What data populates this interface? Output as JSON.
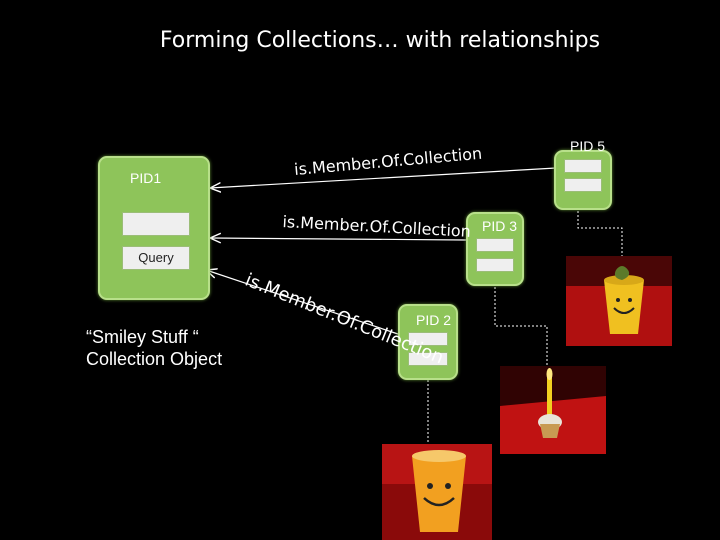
{
  "title": "Forming Collections… with relationships",
  "nodes": {
    "pid1": {
      "label": "PID1",
      "query": "Query"
    },
    "pid2": {
      "label": "PID 2"
    },
    "pid3": {
      "label": "PID 3"
    },
    "pid5": {
      "label": "PID 5"
    }
  },
  "relations": {
    "r1": "is.Member.Of.Collection",
    "r2": "is.Member.Of.Collection",
    "r3": "is.Member.Of.Collection"
  },
  "caption": {
    "line1": "“Smiley Stuff “",
    "line2": "Collection Object"
  },
  "colors": {
    "node_fill": "#8ec45a",
    "node_border": "#b8e08a",
    "background": "#000000"
  }
}
